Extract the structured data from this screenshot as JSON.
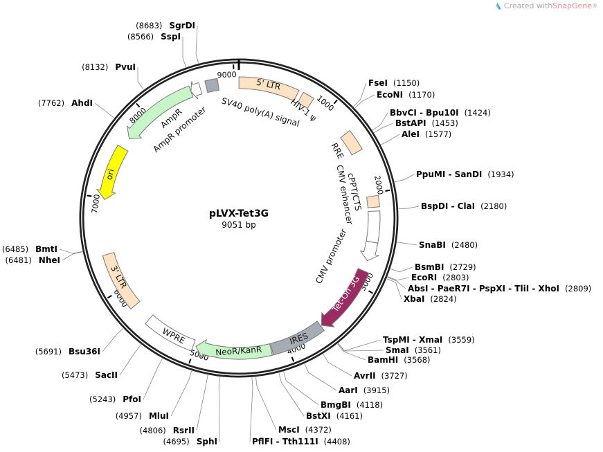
{
  "watermark": {
    "prefix": "Created with ",
    "brand": "SnapGene",
    "suffix": "®"
  },
  "plasmid": {
    "name": "pLVX-Tet3G",
    "length_label": "9051 bp",
    "length": 9051
  },
  "ticks": [
    {
      "pos": 1000,
      "label": "1000"
    },
    {
      "pos": 2000,
      "label": "2000"
    },
    {
      "pos": 3000,
      "label": "3000"
    },
    {
      "pos": 4000,
      "label": "4000"
    },
    {
      "pos": 5000,
      "label": "5000"
    },
    {
      "pos": 6000,
      "label": "6000"
    },
    {
      "pos": 7000,
      "label": "7000"
    },
    {
      "pos": 8000,
      "label": "8000"
    },
    {
      "pos": 9000,
      "label": "9000"
    }
  ],
  "features": [
    {
      "name": "5' LTR",
      "start": 1,
      "end": 634,
      "dir": "none",
      "color": "#fde2c4"
    },
    {
      "name": "HIV-1 ψ",
      "start": 681,
      "end": 806,
      "dir": "none",
      "color": "#fde2c4"
    },
    {
      "name": "RRE",
      "start": 1300,
      "end": 1530,
      "dir": "none",
      "color": "#fde2c4"
    },
    {
      "name": "cPPT/CTS",
      "start": 2030,
      "end": 2148,
      "dir": "none",
      "color": "#fde2c4"
    },
    {
      "name": "CMV enhancer",
      "start": 2190,
      "end": 2520,
      "dir": "none",
      "color": "#ffffff"
    },
    {
      "name": "CMV promoter",
      "start": 2520,
      "end": 2725,
      "dir": "fwd",
      "color": "#ffffff"
    },
    {
      "name": "Tet-On 3G",
      "start": 2840,
      "end": 3580,
      "dir": "fwd",
      "color": "#9b2c62"
    },
    {
      "name": "IRES",
      "start": 3590,
      "end": 4170,
      "dir": "none",
      "color": "#a6acb3"
    },
    {
      "name": "NeoR/KanR",
      "start": 4180,
      "end": 4990,
      "dir": "fwd",
      "color": "#c8f5c8"
    },
    {
      "name": "WPRE",
      "start": 5020,
      "end": 5570,
      "dir": "none",
      "color": "#ffffff"
    },
    {
      "name": "3' LTR",
      "start": 5780,
      "end": 6400,
      "dir": "none",
      "color": "#fde2c4"
    },
    {
      "name": "ori",
      "start": 6985,
      "end": 7570,
      "dir": "rev",
      "color": "#ffff00"
    },
    {
      "name": "AmpR",
      "start": 7690,
      "end": 8530,
      "dir": "rev",
      "color": "#c8f5c8"
    },
    {
      "name": "AmpR promoter",
      "start": 8530,
      "end": 8635,
      "dir": "rev",
      "color": "#ffffff"
    },
    {
      "name": "SV40 poly(A) signal",
      "start": 8700,
      "end": 8830,
      "dir": "none",
      "color": "#a6acb3"
    }
  ],
  "enzymes": [
    {
      "name": "FseI",
      "pos": "(1150)",
      "site": 1150
    },
    {
      "name": "EcoNI",
      "pos": "(1170)",
      "site": 1170
    },
    {
      "name": "BbvCI - Bpu10I",
      "pos": "(1424)",
      "site": 1424
    },
    {
      "name": "BstAPI",
      "pos": "(1453)",
      "site": 1453
    },
    {
      "name": "AleI",
      "pos": "(1577)",
      "site": 1577
    },
    {
      "name": "PpuMI - SanDI",
      "pos": "(1934)",
      "site": 1934
    },
    {
      "name": "BspDI - ClaI",
      "pos": "(2180)",
      "site": 2180
    },
    {
      "name": "SnaBI",
      "pos": "(2480)",
      "site": 2480
    },
    {
      "name": "BsmBI",
      "pos": "(2729)",
      "site": 2729
    },
    {
      "name": "EcoRI",
      "pos": "(2803)",
      "site": 2803
    },
    {
      "name": "AbsI - PaeR7I - PspXI - TliI - XhoI",
      "pos": "(2809)",
      "site": 2809
    },
    {
      "name": "XbaI",
      "pos": "(2824)",
      "site": 2824
    },
    {
      "name": "TspMI - XmaI",
      "pos": "(3559)",
      "site": 3559
    },
    {
      "name": "SmaI",
      "pos": "(3561)",
      "site": 3561
    },
    {
      "name": "BamHI",
      "pos": "(3568)",
      "site": 3568
    },
    {
      "name": "AvrII",
      "pos": "(3727)",
      "site": 3727
    },
    {
      "name": "AarI",
      "pos": "(3915)",
      "site": 3915
    },
    {
      "name": "BmgBI",
      "pos": "(4118)",
      "site": 4118
    },
    {
      "name": "BstXI",
      "pos": "(4161)",
      "site": 4161
    },
    {
      "name": "MscI",
      "pos": "(4372)",
      "site": 4372
    },
    {
      "name": "PflFI - Tth111I",
      "pos": "(4408)",
      "site": 4408
    },
    {
      "name": "SphI",
      "pos": "(4695)",
      "site": 4695
    },
    {
      "name": "RsrII",
      "pos": "(4806)",
      "site": 4806
    },
    {
      "name": "MluI",
      "pos": "(4957)",
      "site": 4957
    },
    {
      "name": "PfoI",
      "pos": "(5243)",
      "site": 5243
    },
    {
      "name": "SacII",
      "pos": "(5473)",
      "site": 5473
    },
    {
      "name": "Bsu36I",
      "pos": "(5691)",
      "site": 5691
    },
    {
      "name": "NheI",
      "pos": "(6481)",
      "site": 6481
    },
    {
      "name": "BmtI",
      "pos": "(6485)",
      "site": 6485
    },
    {
      "name": "AhdI",
      "pos": "(7762)",
      "site": 7762
    },
    {
      "name": "PvuI",
      "pos": "(8132)",
      "site": 8132
    },
    {
      "name": "SspI",
      "pos": "(8566)",
      "site": 8566
    },
    {
      "name": "SgrDI",
      "pos": "(8683)",
      "site": 8683
    }
  ]
}
